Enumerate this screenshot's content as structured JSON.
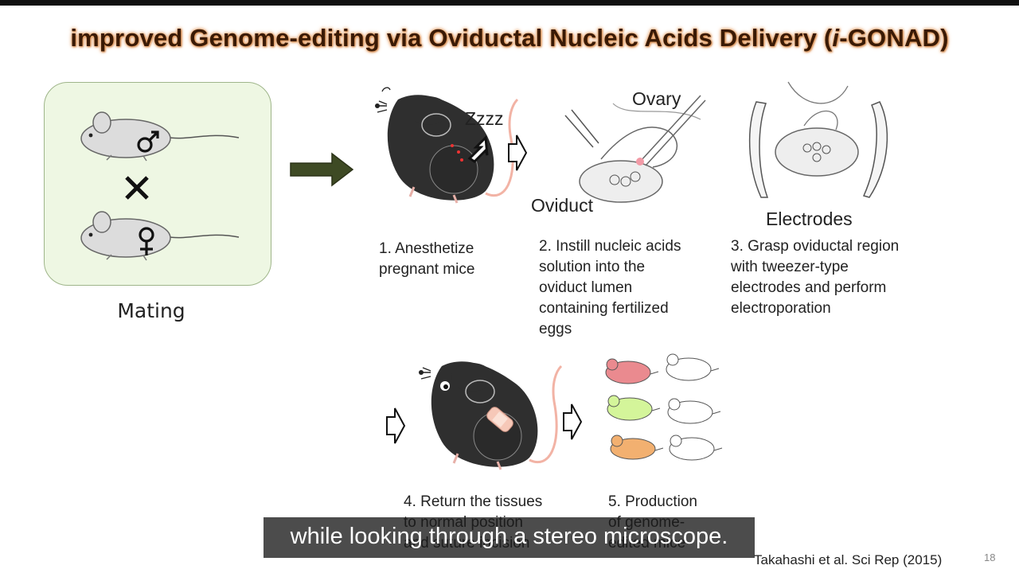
{
  "slide": {
    "title_prefix": "improved Genome-editing via Oviductal Nucleic Acids Delivery (",
    "title_italic": "i",
    "title_suffix": "-GONAD)",
    "mating_label": "Mating",
    "zzz_label": "Zzzz",
    "ovary_label": "Ovary",
    "oviduct_label": "Oviduct",
    "electrodes_label": "Electrodes",
    "steps": [
      "1. Anesthetize\npregnant mice",
      "2. Instill nucleic acids\nsolution into the\noviduct lumen\ncontaining fertilized\neggs",
      "3. Grasp oviductal region\nwith tweezer-type\nelectrodes and perform\nelectroporation",
      "4. Return the tissues\nto normal position\nand suture incision",
      "5. Production\nof genome-\nedited mice"
    ],
    "citation": "Takahashi et al. Sci Rep (2015)",
    "page_number": "18"
  },
  "caption": {
    "text": "while looking through a stereo microscope."
  },
  "colors": {
    "title_glow": "#e39a5b",
    "mating_box_fill": "#eef7e3",
    "mouse_dark": "#2f2f2f",
    "tail_pink": "#f2b3a5",
    "big_arrow": "#3e4a24",
    "pup_pink": "#ea8a8f",
    "pup_green": "#d4f59a",
    "pup_orange": "#f2b070"
  },
  "icons": [
    "male-symbol",
    "female-symbol",
    "cross-symbol",
    "right-arrow",
    "hollow-arrow",
    "mouse",
    "bandage"
  ]
}
